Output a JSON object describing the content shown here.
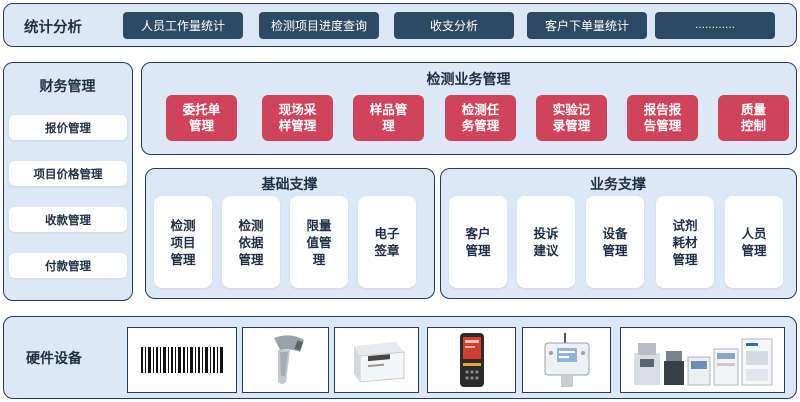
{
  "stats": {
    "title": "统计分析",
    "buttons": [
      "人员工作量统计",
      "检测项目进度查询",
      "收支分析",
      "客户下单量统计",
      "…………"
    ]
  },
  "finance": {
    "title": "财务管理",
    "items": [
      "报价管理",
      "项目价格管理",
      "收款管理",
      "付款管理"
    ]
  },
  "testing": {
    "title": "检测业务管理",
    "items": [
      "委托单\n管理",
      "现场采\n样管理",
      "样品管\n理",
      "检测任\n务管理",
      "实验记\n录管理",
      "报告报\n告管理",
      "质量\n控制"
    ]
  },
  "basic": {
    "title": "基础支撑",
    "items": [
      "检测\n项目\n管理",
      "检测\n依据\n管理",
      "限量\n值管\n理",
      "电子\n签章"
    ]
  },
  "business": {
    "title": "业务支撑",
    "items": [
      "客户\n管理",
      "投诉\n建议",
      "设备\n管理",
      "试剂\n耗材\n管理",
      "人员\n管理"
    ]
  },
  "hardware": {
    "title": "硬件设备",
    "devices": [
      "barcode-icon",
      "barcode-scanner-icon",
      "label-printer-icon",
      "handheld-terminal-icon",
      "sensor-monitor-icon",
      "lab-instruments-icon"
    ]
  },
  "colors": {
    "panel_bg": "#dde8f6",
    "border": "#243a63",
    "nav_button": "#2e4a63",
    "accent_red": "#d1435a"
  }
}
